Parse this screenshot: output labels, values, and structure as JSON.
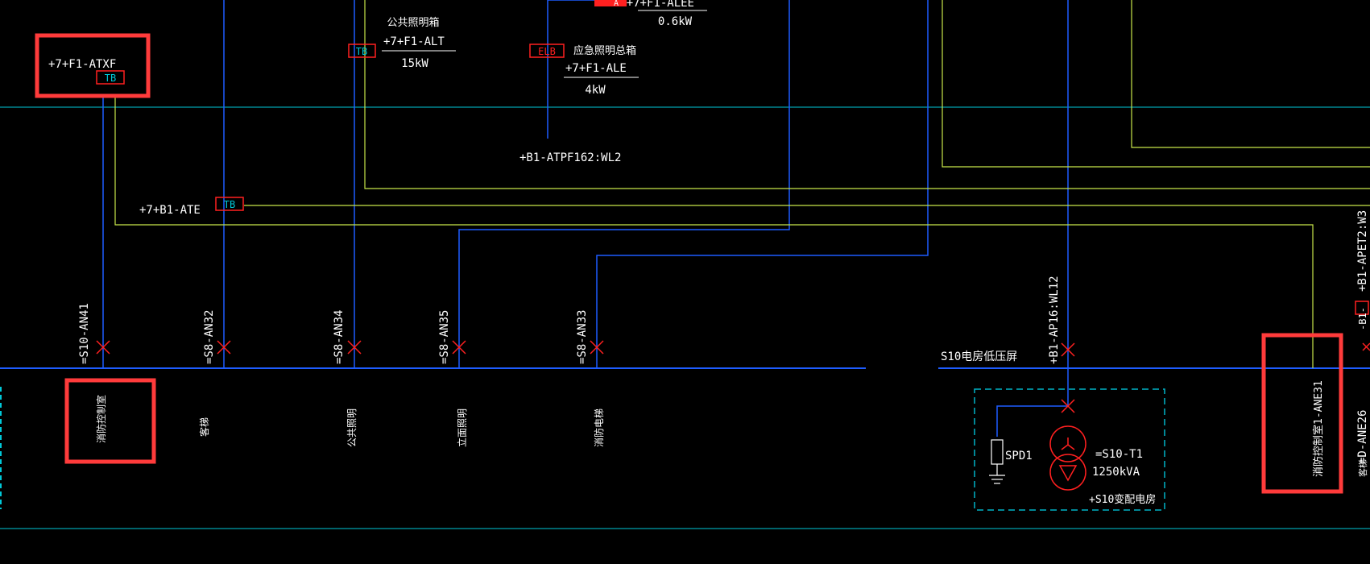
{
  "colors": {
    "background": "#000000",
    "cyan": "#00c8d8",
    "blue": "#1e5cff",
    "yellowgreen": "#c8e64a",
    "red": "#ff2020",
    "highlight": "#ff3b3b",
    "text": "#ffffff",
    "dashed": "#00b4c8"
  },
  "top_labels": {
    "alee": "+7+F1-ALEE",
    "alee_power": "0.6kW",
    "alt_cn": "公共照明箱",
    "alt": "+7+F1-ALT",
    "alt_power": "15kW",
    "ale_cn": "应急照明总箱",
    "ale": "+7+F1-ALE",
    "ale_power": "4kW",
    "atpf": "+B1-ATPF162:WL2",
    "atxf": "+7+F1-ATXF",
    "ate": "+7+B1-ATE"
  },
  "tags": {
    "tb": "TB",
    "elb": "ELB",
    "a": "A"
  },
  "feeders": [
    {
      "code": "=S10-AN41",
      "name": "消防控制室"
    },
    {
      "code": "=S8-AN32",
      "name": "客梯"
    },
    {
      "code": "=S8-AN34",
      "name": "公共照明"
    },
    {
      "code": "=S8-AN35",
      "name": "立面照明"
    },
    {
      "code": "=S8-AN33",
      "name": "消防电梯"
    }
  ],
  "right_section": {
    "panel_label": "S10电房低压屏",
    "ap16": "+B1-AP16:WL12",
    "spd": "SPD1",
    "transformer": "=S10-T1",
    "rating": "1250kVA",
    "room": "+S10变配电房",
    "ane31": "消防控制室1-ANE31",
    "apet2": "+B1-APET2:W3",
    "edge_cut": "-B1-",
    "ane26": "=D-ANE26",
    "edge_cn": "客梯"
  }
}
